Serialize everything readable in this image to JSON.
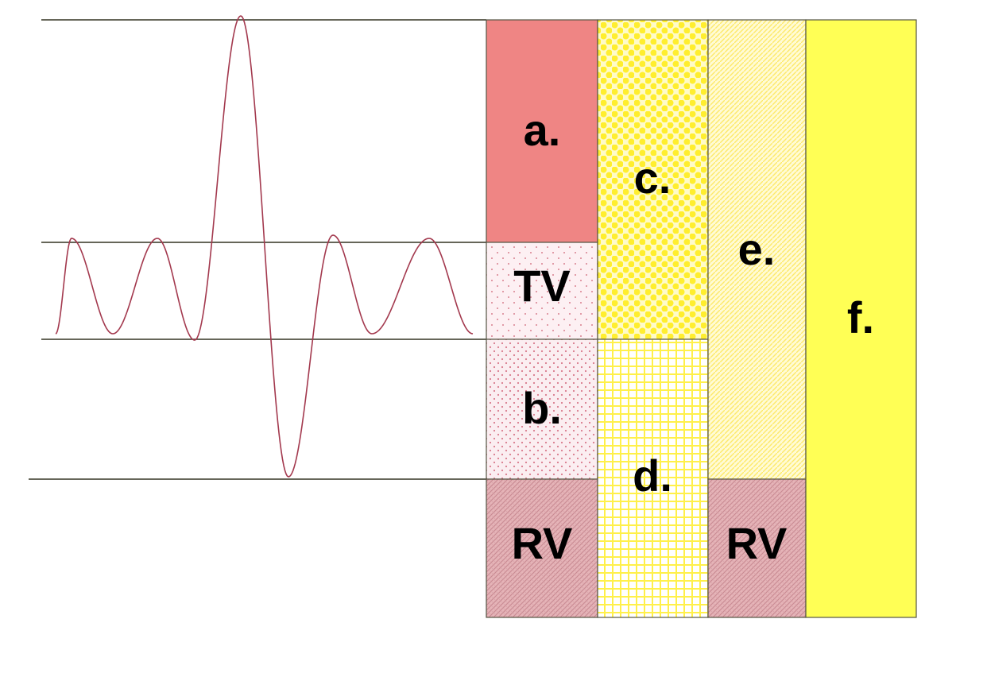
{
  "colors": {
    "background": "#ffffff",
    "guide_line": "#333322",
    "trace": "#a3394e",
    "box_border": "#555544",
    "box_a_fill": "#ef8584",
    "tv_fill": "#fdf0f3",
    "tv_dots": "#d9808f",
    "b_fill": "#fbeef1",
    "b_dots": "#d97a8c",
    "rv_fill": "#e6b4b8",
    "rv_hatch": "#c98b93",
    "c_fill": "#fffbc8",
    "c_dots": "#ffee2e",
    "d_fill": "#ffffff",
    "d_grid": "#fff04a",
    "e_fill": "#fffbd5",
    "e_hatch": "#fde96a",
    "f_fill": "#ffff55"
  },
  "labels": {
    "a": "a.",
    "tv": "TV",
    "b": "b.",
    "rv1": "RV",
    "c": "c.",
    "d": "d.",
    "e": "e.",
    "rv2": "RV",
    "f": "f."
  }
}
